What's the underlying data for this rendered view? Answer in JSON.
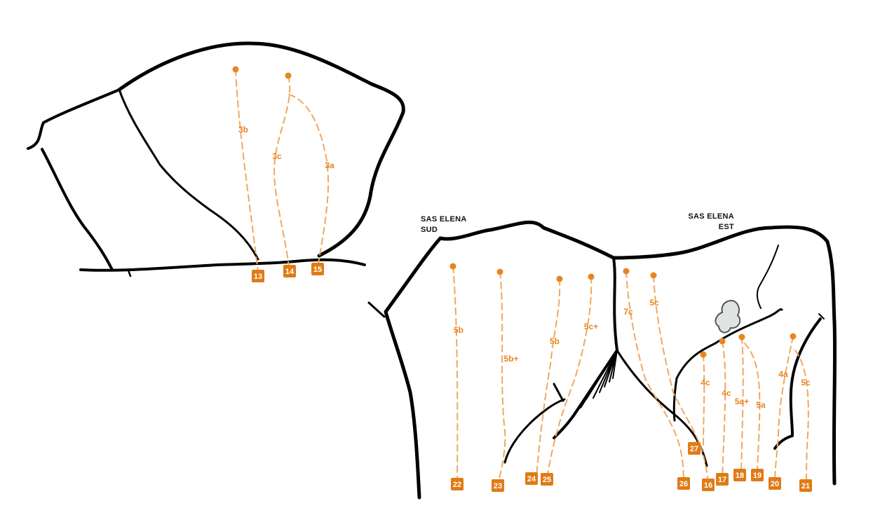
{
  "sectors": [
    {
      "id": "sud",
      "line1": "SAS ELENA",
      "line2": "SUD"
    },
    {
      "id": "est",
      "line1": "SAS ELENA",
      "line2": "EST"
    }
  ],
  "colors": {
    "route": "#f0a860",
    "accent": "#e07b15",
    "rock": "#000000"
  },
  "routes": [
    {
      "number": "13",
      "grade": "3b"
    },
    {
      "number": "14",
      "grade": "3c"
    },
    {
      "number": "15",
      "grade": "3a"
    },
    {
      "number": "16",
      "grade": "5c"
    },
    {
      "number": "17",
      "grade": "4c"
    },
    {
      "number": "18",
      "grade": "5a+"
    },
    {
      "number": "19",
      "grade": "5a"
    },
    {
      "number": "20",
      "grade": "4a"
    },
    {
      "number": "21",
      "grade": "5c"
    },
    {
      "number": "22",
      "grade": "5b"
    },
    {
      "number": "23",
      "grade": "5b+"
    },
    {
      "number": "24",
      "grade": "5b"
    },
    {
      "number": "25",
      "grade": "5c+"
    },
    {
      "number": "26",
      "grade": "7c"
    },
    {
      "number": "27",
      "grade": "4c"
    }
  ]
}
